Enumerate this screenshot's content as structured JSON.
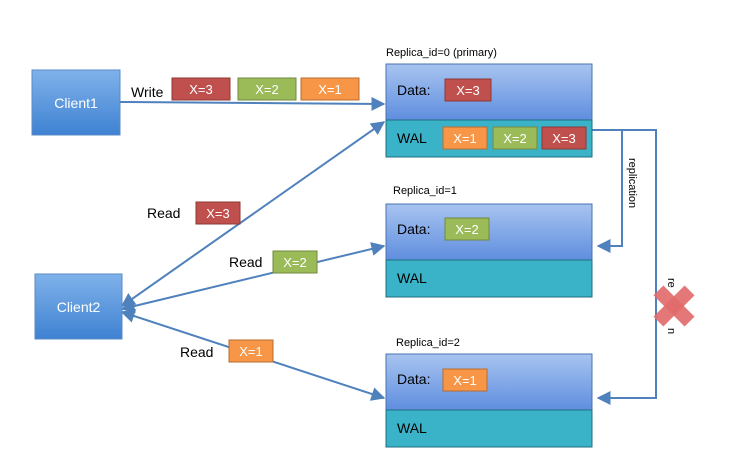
{
  "clients": {
    "client1": "Client1",
    "client2": "Client2"
  },
  "replicas": {
    "r0": {
      "title": "Replica_id=0 (primary)",
      "data_label": "Data:",
      "wal_label": "WAL"
    },
    "r1": {
      "title": "Replica_id=1",
      "data_label": "Data:",
      "wal_label": "WAL"
    },
    "r2": {
      "title": "Replica_id=2",
      "data_label": "Data:",
      "wal_label": "WAL"
    }
  },
  "values": {
    "x3": "X=3",
    "x2": "X=2",
    "x1": "X=1"
  },
  "labels": {
    "write": "Write",
    "read": "Read",
    "replication": "replication",
    "replication_partial_top": "re",
    "replication_partial_bottom": "n"
  },
  "colors": {
    "client_fill": "#4a8fd8",
    "replica_data_fill": "#6b9ae0",
    "wal_fill": "#3ab3c9",
    "x3": "#c0504d",
    "x2": "#9bbb59",
    "x1": "#f79646",
    "arrow": "#4f81bd",
    "fail_cross": "#e26b6b"
  }
}
